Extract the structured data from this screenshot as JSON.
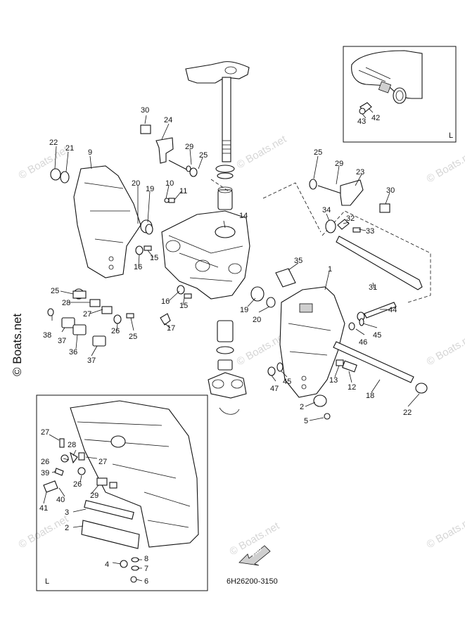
{
  "diagram": {
    "part_number": "6H26200-3150",
    "fwd_label": "FWD",
    "inset_top_label": "L",
    "inset_bottom_label": "L",
    "watermark_text": "© Boats.net",
    "side_watermark_text": "© Boats.net"
  },
  "callouts": [
    {
      "id": "c30a",
      "label": "30"
    },
    {
      "id": "c24",
      "label": "24"
    },
    {
      "id": "c22a",
      "label": "22"
    },
    {
      "id": "c21",
      "label": "21"
    },
    {
      "id": "c9",
      "label": "9"
    },
    {
      "id": "c29a",
      "label": "29"
    },
    {
      "id": "c25a",
      "label": "25"
    },
    {
      "id": "c20a",
      "label": "20"
    },
    {
      "id": "c19a",
      "label": "19"
    },
    {
      "id": "c10",
      "label": "10"
    },
    {
      "id": "c11",
      "label": "11"
    },
    {
      "id": "c14",
      "label": "14"
    },
    {
      "id": "c16a",
      "label": "16"
    },
    {
      "id": "c15a",
      "label": "15"
    },
    {
      "id": "c25b",
      "label": "25"
    },
    {
      "id": "c29b",
      "label": "29"
    },
    {
      "id": "c23",
      "label": "23"
    },
    {
      "id": "c30b",
      "label": "30"
    },
    {
      "id": "c34",
      "label": "34"
    },
    {
      "id": "c32",
      "label": "32"
    },
    {
      "id": "c33",
      "label": "33"
    },
    {
      "id": "c35",
      "label": "35"
    },
    {
      "id": "c1",
      "label": "1"
    },
    {
      "id": "c31",
      "label": "31"
    },
    {
      "id": "c25c",
      "label": "25"
    },
    {
      "id": "c28a",
      "label": "28"
    },
    {
      "id": "c27a",
      "label": "27"
    },
    {
      "id": "c16b",
      "label": "16"
    },
    {
      "id": "c15b",
      "label": "15"
    },
    {
      "id": "c19b",
      "label": "19"
    },
    {
      "id": "c20b",
      "label": "20"
    },
    {
      "id": "c38",
      "label": "38"
    },
    {
      "id": "c37a",
      "label": "37"
    },
    {
      "id": "c26a",
      "label": "26"
    },
    {
      "id": "c25d",
      "label": "25"
    },
    {
      "id": "c17",
      "label": "17"
    },
    {
      "id": "c36",
      "label": "36"
    },
    {
      "id": "c37b",
      "label": "37"
    },
    {
      "id": "c44",
      "label": "44"
    },
    {
      "id": "c46",
      "label": "46"
    },
    {
      "id": "c45a",
      "label": "45"
    },
    {
      "id": "c47",
      "label": "47"
    },
    {
      "id": "c45b",
      "label": "45"
    },
    {
      "id": "c13",
      "label": "13"
    },
    {
      "id": "c12",
      "label": "12"
    },
    {
      "id": "c18",
      "label": "18"
    },
    {
      "id": "c2a",
      "label": "2"
    },
    {
      "id": "c5a",
      "label": "5"
    },
    {
      "id": "c22b",
      "label": "22"
    },
    {
      "id": "c42",
      "label": "42"
    },
    {
      "id": "c43",
      "label": "43"
    },
    {
      "id": "c27b",
      "label": "27"
    },
    {
      "id": "c28b",
      "label": "28"
    },
    {
      "id": "c26b",
      "label": "26"
    },
    {
      "id": "c27c",
      "label": "27"
    },
    {
      "id": "c39",
      "label": "39"
    },
    {
      "id": "c26c",
      "label": "26"
    },
    {
      "id": "c29c",
      "label": "29"
    },
    {
      "id": "c40",
      "label": "40"
    },
    {
      "id": "c41",
      "label": "41"
    },
    {
      "id": "c3",
      "label": "3"
    },
    {
      "id": "c2b",
      "label": "2"
    },
    {
      "id": "c4",
      "label": "4"
    },
    {
      "id": "c8",
      "label": "8"
    },
    {
      "id": "c7",
      "label": "7"
    },
    {
      "id": "c6",
      "label": "6"
    }
  ]
}
